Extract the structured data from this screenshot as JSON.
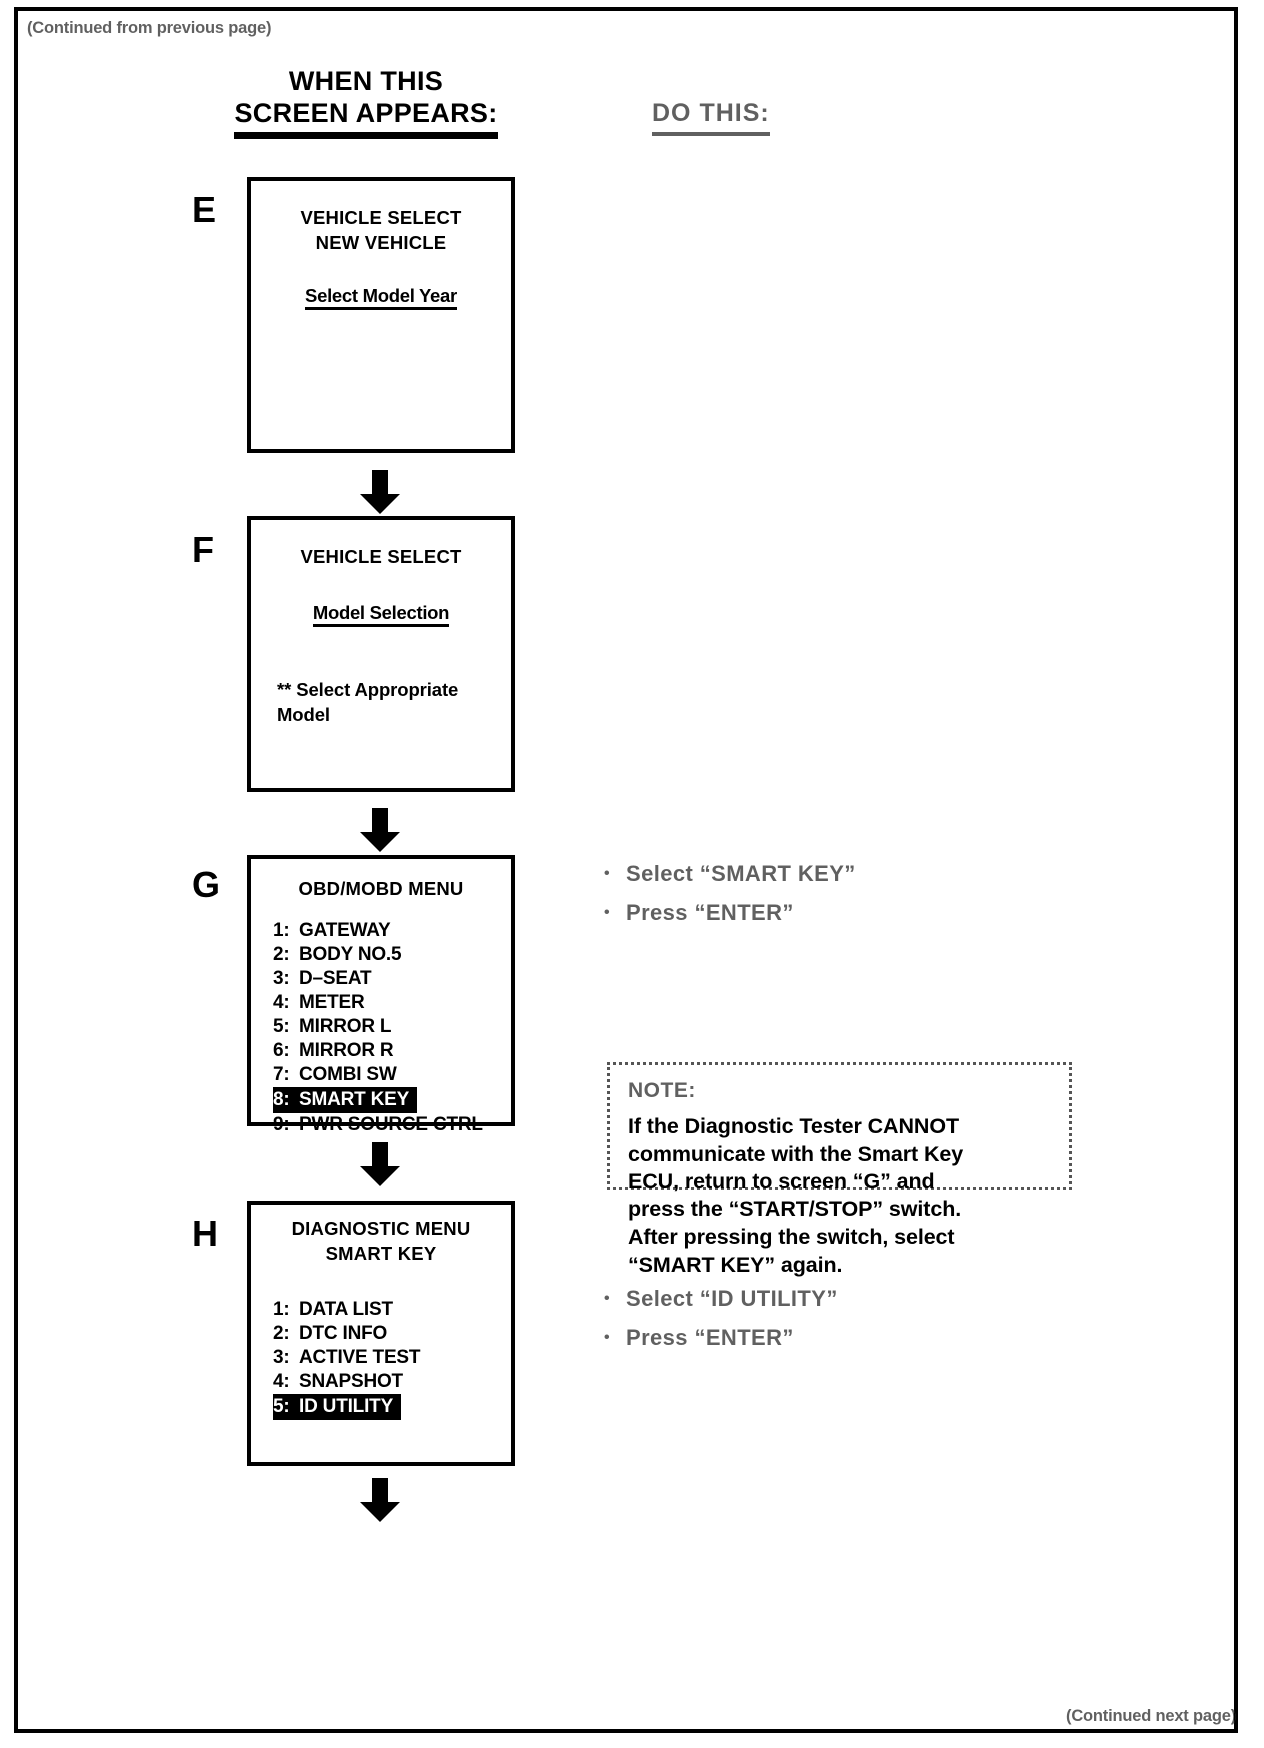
{
  "page": {
    "continued_from": "(Continued from previous page)",
    "continued_next": "(Continued next page)",
    "header_left_line1": "WHEN THIS",
    "header_left_line2": "SCREEN APPEARS:",
    "header_right": "DO THIS:"
  },
  "screens": {
    "e": {
      "letter": "E",
      "title_line1": "VEHICLE SELECT",
      "title_line2": "NEW VEHICLE",
      "subtitle": "Select Model Year"
    },
    "f": {
      "letter": "F",
      "title_line1": "VEHICLE SELECT",
      "subtitle": "Model Selection",
      "note_line1": "** Select Appropriate",
      "note_line2": "Model"
    },
    "g": {
      "letter": "G",
      "title_line1": "OBD/MOBD MENU",
      "items": [
        {
          "index": "1:",
          "label": "GATEWAY",
          "selected": false
        },
        {
          "index": "2:",
          "label": "BODY NO.5",
          "selected": false
        },
        {
          "index": "3:",
          "label": "D–SEAT",
          "selected": false
        },
        {
          "index": "4:",
          "label": "METER",
          "selected": false
        },
        {
          "index": "5:",
          "label": "MIRROR L",
          "selected": false
        },
        {
          "index": "6:",
          "label": "MIRROR R",
          "selected": false
        },
        {
          "index": "7:",
          "label": "COMBI SW",
          "selected": false
        },
        {
          "index": "8:",
          "label": "SMART KEY",
          "selected": true
        },
        {
          "index": "9:",
          "label": "PWR SOURCE CTRL",
          "selected": false
        }
      ]
    },
    "h": {
      "letter": "H",
      "title_line1": "DIAGNOSTIC MENU",
      "title_line2": "SMART KEY",
      "items": [
        {
          "index": "1:",
          "label": "DATA LIST",
          "selected": false
        },
        {
          "index": "2:",
          "label": "DTC INFO",
          "selected": false
        },
        {
          "index": "3:",
          "label": "ACTIVE TEST",
          "selected": false
        },
        {
          "index": "4:",
          "label": "SNAPSHOT",
          "selected": false
        },
        {
          "index": "5:",
          "label": "ID UTILITY",
          "selected": true
        }
      ]
    }
  },
  "instructions": {
    "g": [
      {
        "bullet": "•",
        "text": "Select  “SMART KEY”"
      },
      {
        "bullet": "•",
        "text": "Press “ENTER”"
      }
    ],
    "h": [
      {
        "bullet": "•",
        "text": "Select “ID UTILITY”"
      },
      {
        "bullet": "•",
        "text": "Press “ENTER”"
      }
    ]
  },
  "note": {
    "label": "NOTE:",
    "line1": "If the Diagnostic Tester CANNOT",
    "line2": "communicate with the Smart Key",
    "line3": "ECU, return to screen “G” and",
    "line4": "press the “START/STOP” switch.",
    "line5": "After pressing the switch, select",
    "line6": "“SMART KEY” again."
  },
  "colors": {
    "ink": "#000000",
    "paper": "#ffffff",
    "highlight_bg": "#000000",
    "highlight_fg": "#ffffff"
  }
}
